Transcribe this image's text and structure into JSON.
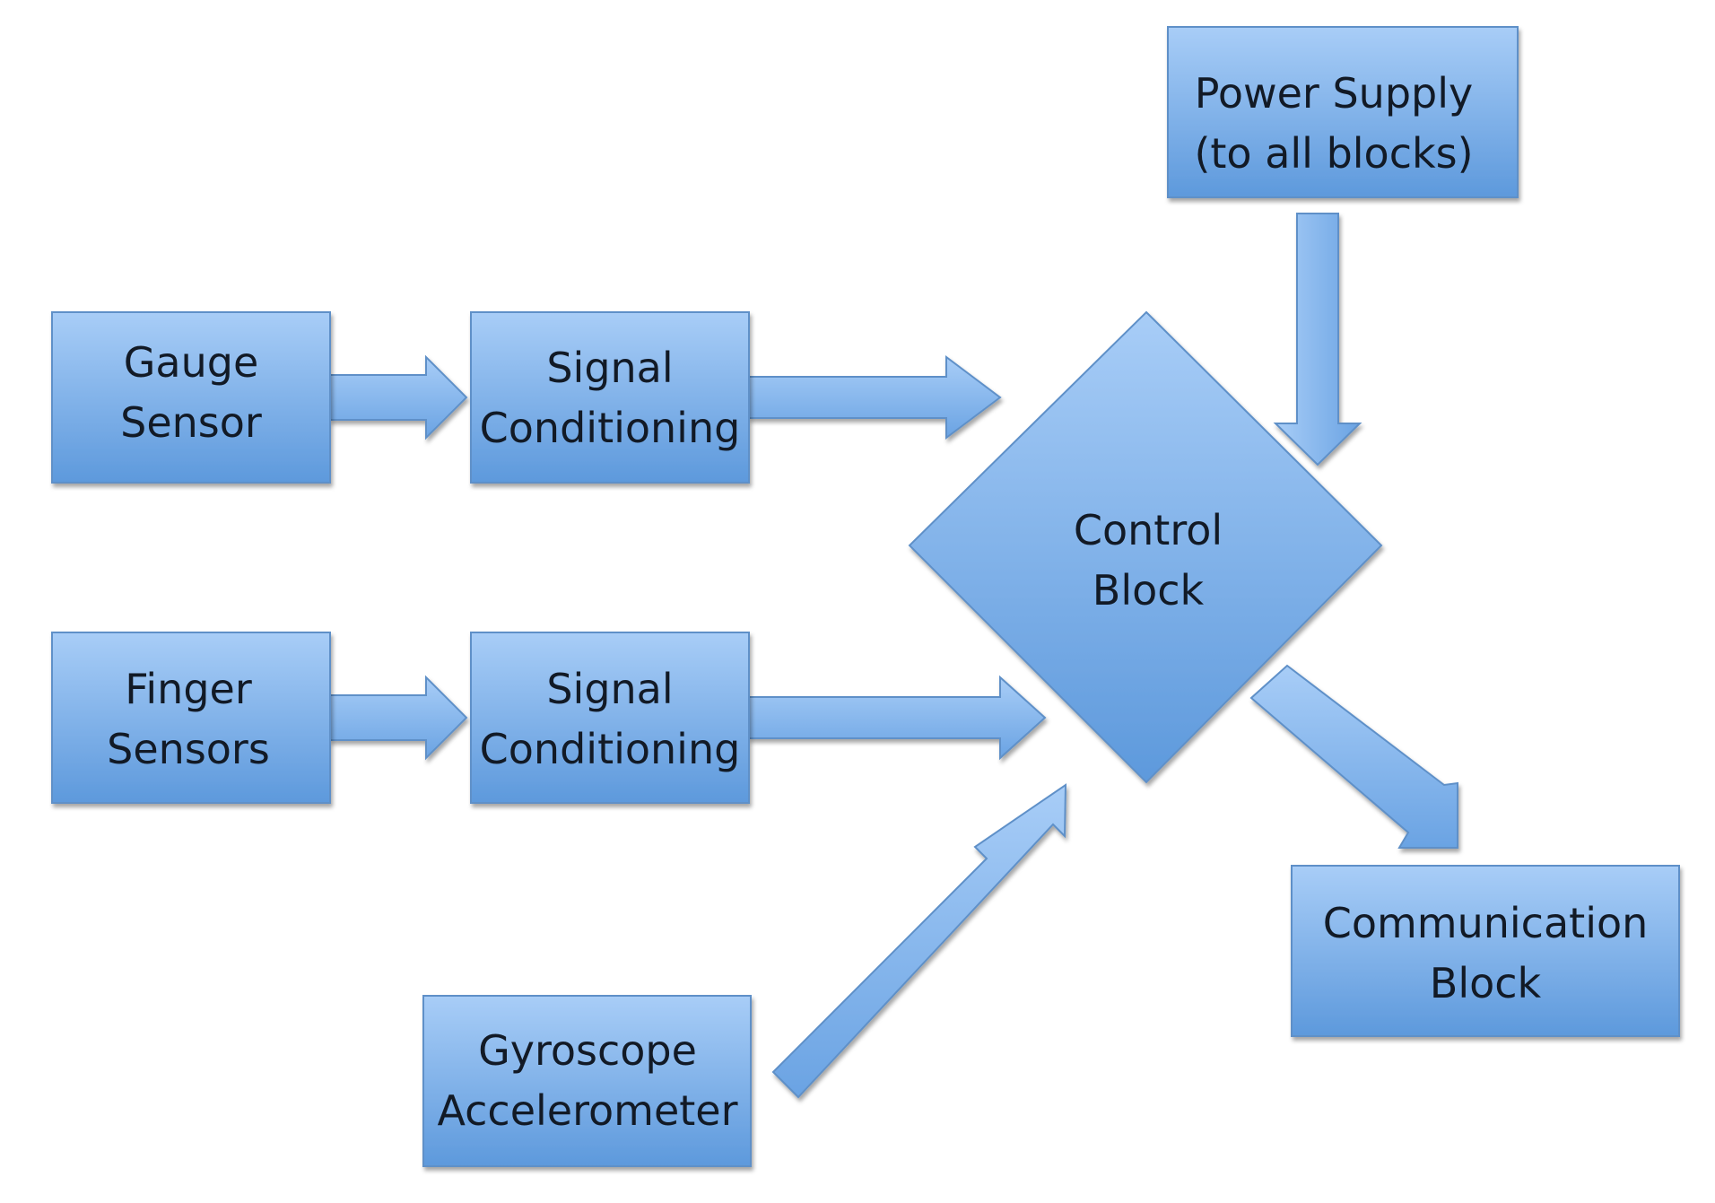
{
  "diagram": {
    "nodes": {
      "gauge_sensor": {
        "lines": [
          "Gauge",
          "Sensor"
        ]
      },
      "signal_conditioning_top": {
        "lines": [
          "Signal",
          "Conditioning"
        ]
      },
      "finger_sensors": {
        "lines": [
          "Finger",
          "Sensors"
        ]
      },
      "signal_conditioning_bottom": {
        "lines": [
          "Signal",
          "Conditioning"
        ]
      },
      "gyroscope_accelerometer": {
        "lines": [
          "Gyroscope",
          "Accelerometer"
        ]
      },
      "power_supply": {
        "lines": [
          "Power Supply",
          "(to all blocks)"
        ]
      },
      "control_block": {
        "lines": [
          "Control",
          "Block"
        ]
      },
      "communication_block": {
        "lines": [
          "Communication",
          "Block"
        ]
      }
    },
    "edges": [
      {
        "from": "Gauge Sensor",
        "to": "Signal Conditioning"
      },
      {
        "from": "Signal Conditioning",
        "to": "Control Block"
      },
      {
        "from": "Finger Sensors",
        "to": "Signal Conditioning"
      },
      {
        "from": "Signal Conditioning",
        "to": "Control Block"
      },
      {
        "from": "Gyroscope Accelerometer",
        "to": "Control Block"
      },
      {
        "from": "Power Supply",
        "to": "Control Block"
      },
      {
        "from": "Control Block",
        "to": "Communication Block"
      }
    ],
    "colors": {
      "fill_light": "#a8cdf7",
      "fill_dark": "#5d99dc",
      "stroke": "#5e90c8",
      "text": "#121a26"
    }
  }
}
